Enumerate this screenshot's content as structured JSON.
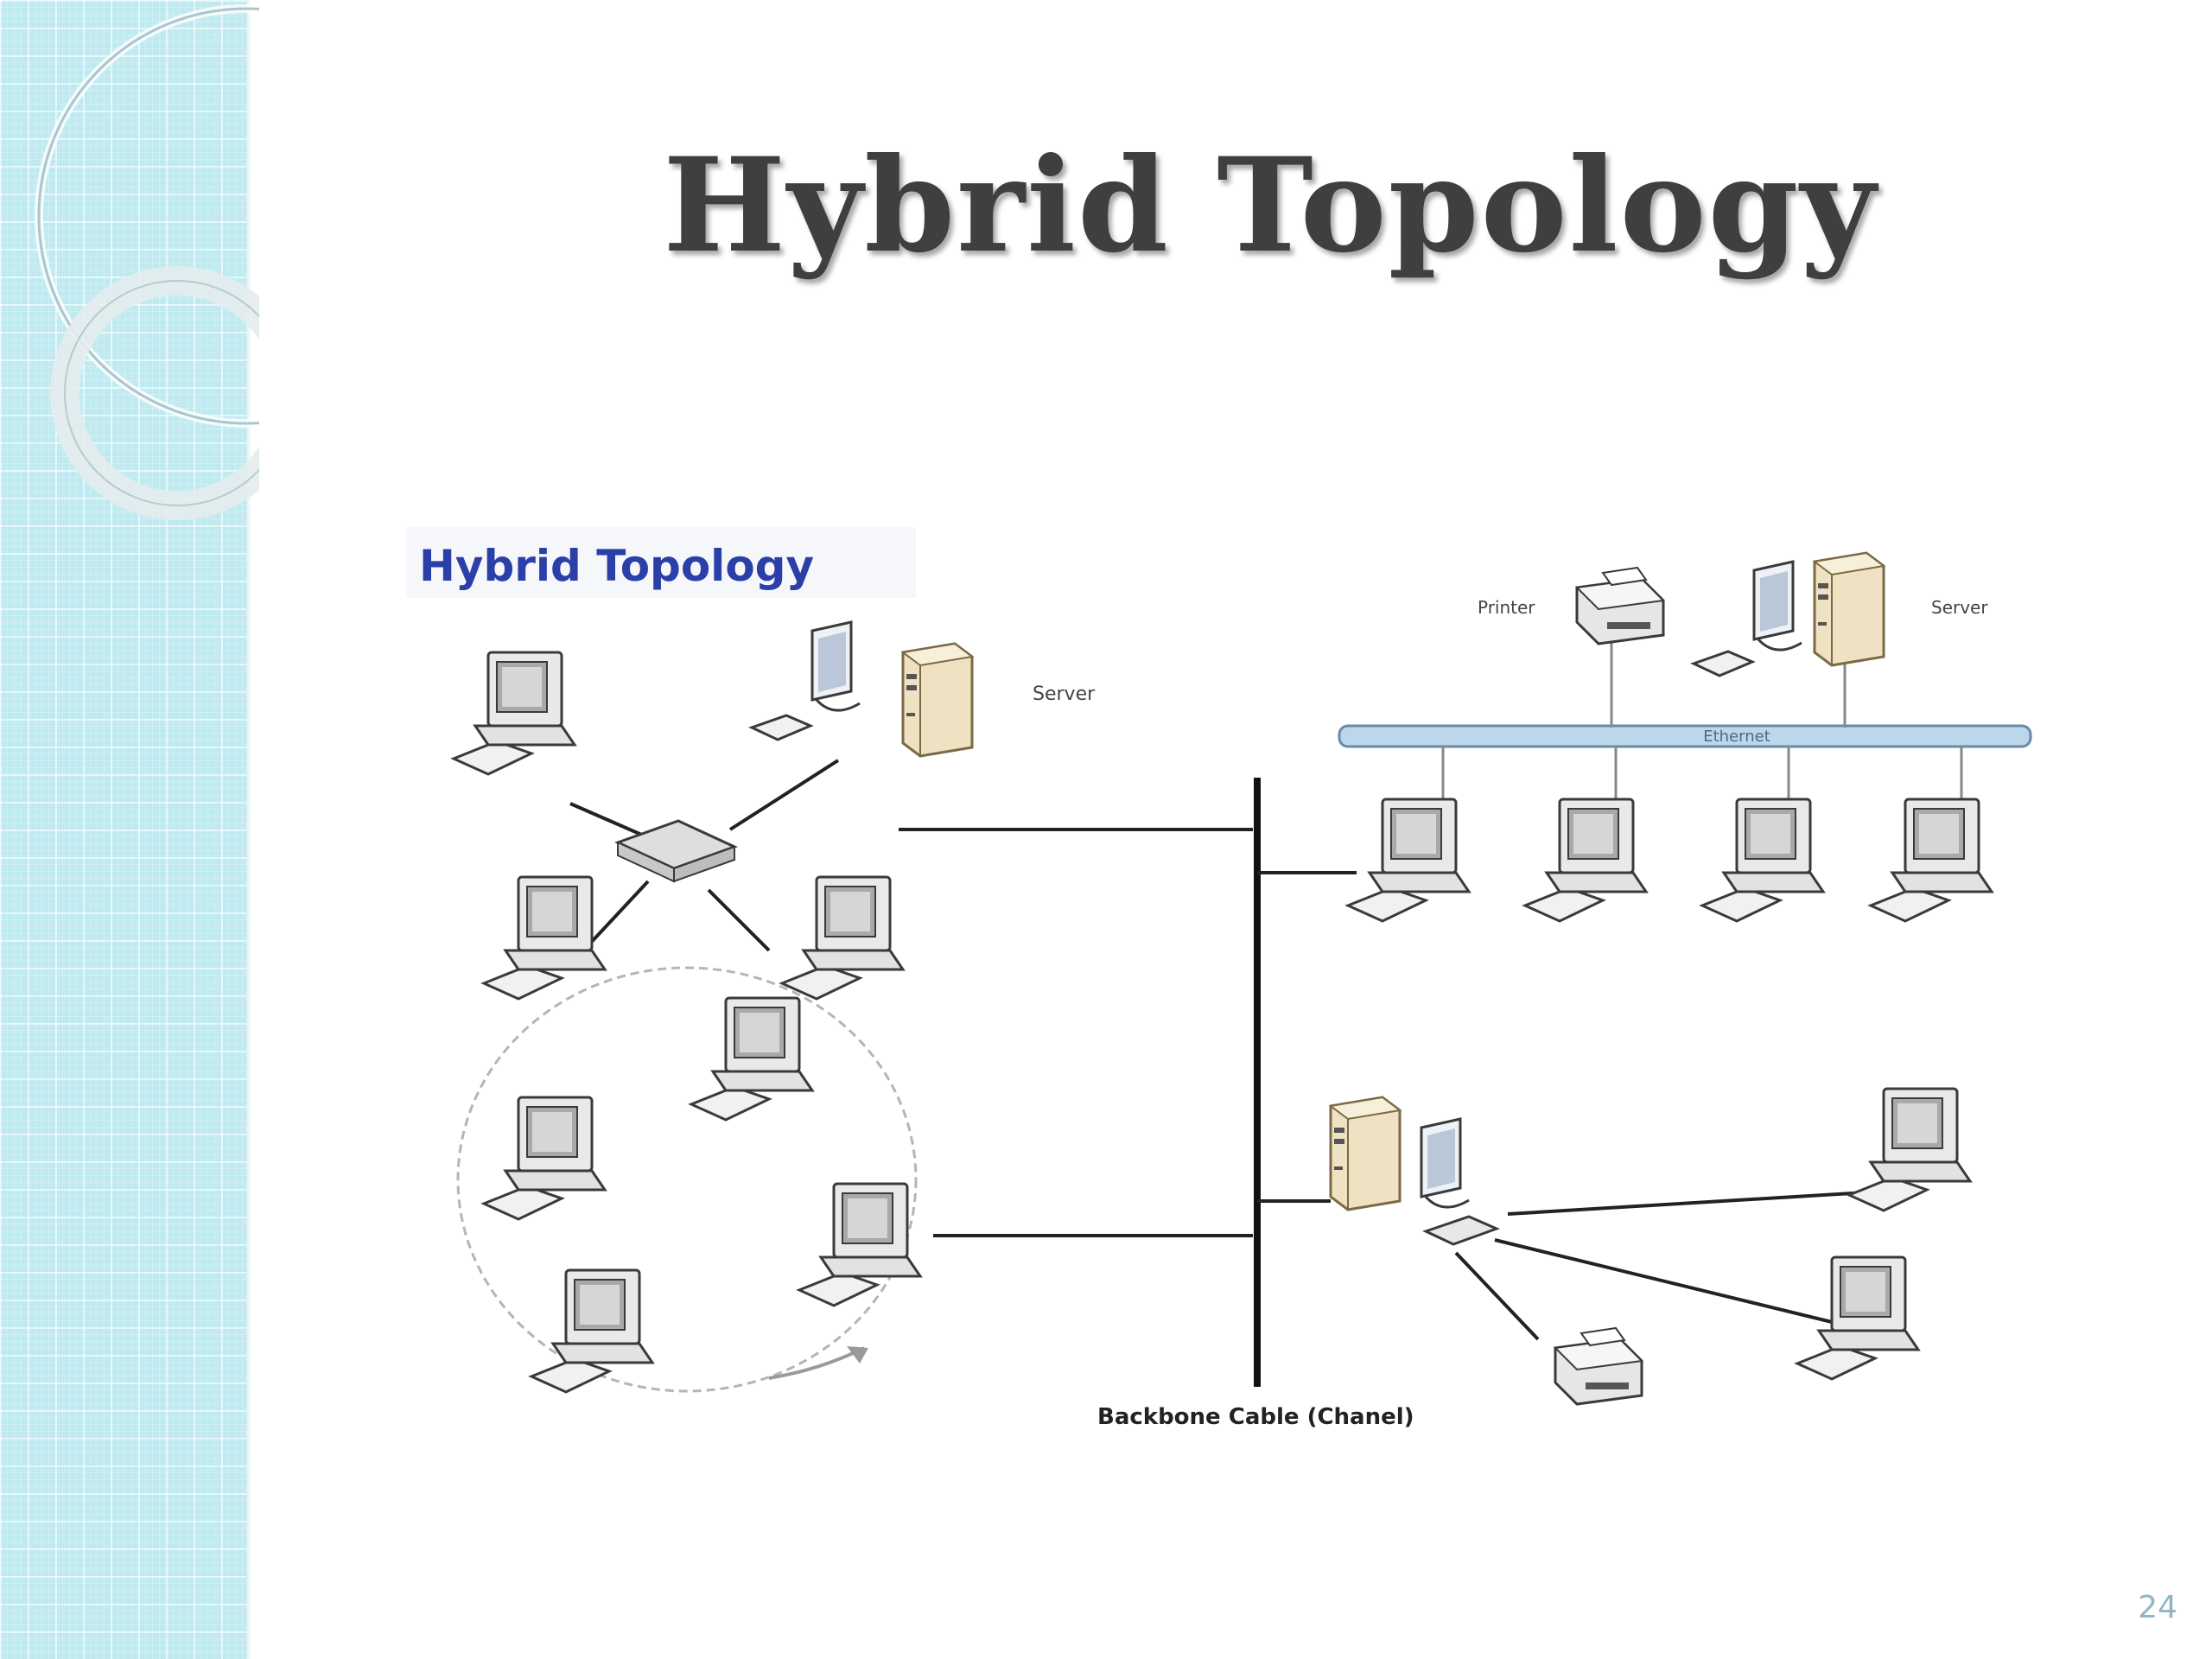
{
  "slide": {
    "title": "Hybrid Topology",
    "page_number": "24"
  },
  "diagram": {
    "heading": "Hybrid Topology",
    "backbone_label": "Backbone Cable (Chanel)",
    "star_server_label": "Server",
    "bus_printer_label": "Printer",
    "bus_server_label": "Server",
    "bus_cable_label": "Ethernet"
  },
  "colors": {
    "sidebar": "#bfeaf0",
    "title": "#3f3f3f",
    "diagram_heading": "#2a3fa8",
    "page_number": "#8fb6c4"
  }
}
